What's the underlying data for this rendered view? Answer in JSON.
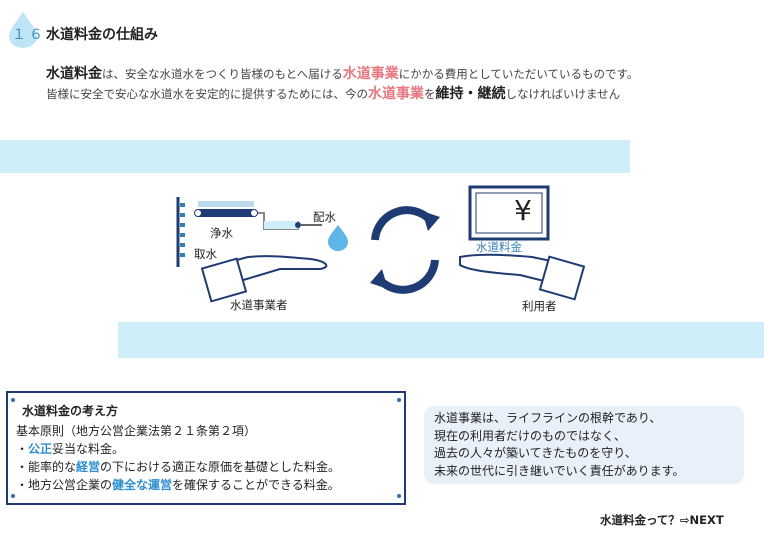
{
  "header": {
    "number": "１６",
    "title": "水道料金の仕組み"
  },
  "intro": {
    "line1_a": "水道料金",
    "line1_b": "は、安全な水道水をつくり皆様のもとへ届ける",
    "line1_c": "水道事業",
    "line1_d": "にかかる費用としていただいているものです。",
    "line2_a": "皆様に安全で安心な水道水を安定的に提供するためには、今の",
    "line2_b": "水道事業",
    "line2_c": "を",
    "line2_d": "維持",
    "line2_e": "・",
    "line2_f": "継続",
    "line2_g": "しなければいけません"
  },
  "illustration": {
    "label_jousui": "浄水",
    "label_shusui": "取水",
    "label_haisui": "配水",
    "label_provider": "水道事業者",
    "label_fee": "水道料金",
    "label_user": "利用者",
    "yen_symbol": "¥",
    "colors": {
      "pink": "#e8787f",
      "blue": "#2d7fb6",
      "navy": "#1f3b73"
    }
  },
  "principles": {
    "title": "水道料金の考え方",
    "line1": "基本原則（地方公営企業法第２１条第２項）",
    "line2_a": "・",
    "line2_b": "公正",
    "line2_c": "妥当な料金。",
    "line3_a": "・能率的な",
    "line3_b": "経営",
    "line3_c": "の下における適正な原価を基礎とした料金。",
    "line4_a": "・地方公営企業の",
    "line4_b": "健全な運営",
    "line4_c": "を確保することができる料金。"
  },
  "bubble": {
    "line1": "水道事業は、ライフラインの根幹であり、",
    "line2": "現在の利用者だけのものではなく、",
    "line3": "過去の人々が築いてきたものを守り、",
    "line4": "未来の世代に引き継いでいく責任があります。"
  },
  "footer": {
    "next_label": "水道料金って？⇨NEXT"
  }
}
